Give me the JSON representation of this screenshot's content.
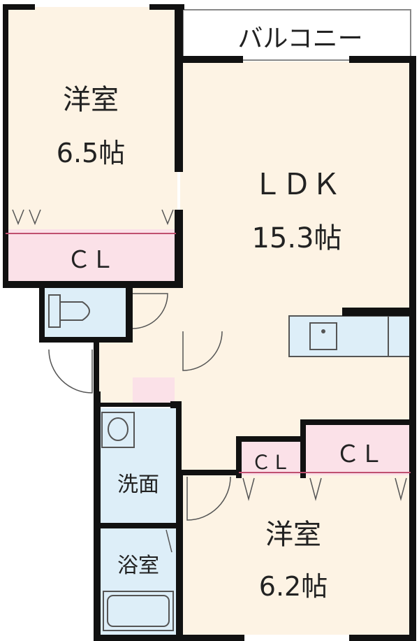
{
  "rooms": {
    "western_1": {
      "name": "洋室",
      "size": "6.5帖"
    },
    "closet_1": {
      "label": "ＣＬ"
    },
    "ldk": {
      "name": "ＬＤＫ",
      "size": "15.3帖"
    },
    "balcony": {
      "label": "バルコニー"
    },
    "western_2": {
      "name": "洋室",
      "size": "6.2帖"
    },
    "closet_2": {
      "label": "ＣＬ"
    },
    "closet_3": {
      "label": "ＣＬ"
    },
    "washroom": {
      "label": "洗面"
    },
    "bathroom": {
      "label": "浴室"
    }
  },
  "colors": {
    "wall": "#111111",
    "room_floor": "#fdf3e4",
    "closet": "#fbe1e8",
    "wet_area": "#ddeef8",
    "balcony": "#ffffff",
    "fixture_line": "#666666"
  }
}
